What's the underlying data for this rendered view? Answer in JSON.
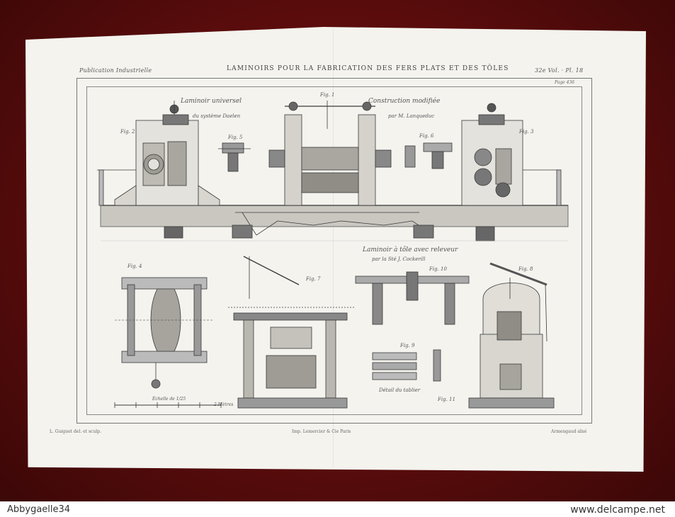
{
  "plate": {
    "title": "LAMINOIRS POUR LA FABRICATION DES FERS PLATS ET DES TÔLES",
    "header_left": "Publication Industrielle",
    "header_right": "32e Vol. · Pl. 18",
    "page_ref": "Page 436"
  },
  "captions": {
    "universal_1": "Laminoir universel",
    "universal_2": "du système Daelen",
    "modified_1": "Construction modifiée",
    "modified_2": "par M. Lanqueduc",
    "sheet_1": "Laminoir à tôle avec releveur",
    "sheet_2": "par la Sté J. Cockerill",
    "detail": "Détail du tablier",
    "scale": "Échelle de 1/25",
    "scale_end": "2 Mètres"
  },
  "figures": [
    "Fig. 1",
    "Fig. 2",
    "Fig. 3",
    "Fig. 4",
    "Fig. 5",
    "Fig. 6",
    "Fig. 7",
    "Fig. 8",
    "Fig. 9",
    "Fig. 10",
    "Fig. 11"
  ],
  "footer": {
    "left": "L. Guiguet del. et sculp.",
    "center": "Imp. Lemercier & Cie Paris",
    "right": "Armengaud aîné"
  },
  "watermark": {
    "seller": "Abbygaelle34",
    "site": "www.delcampe.net"
  },
  "colors": {
    "background": "#5a0c0c",
    "paper": "#f4f3ee",
    "ink": "#3a3a3a"
  }
}
